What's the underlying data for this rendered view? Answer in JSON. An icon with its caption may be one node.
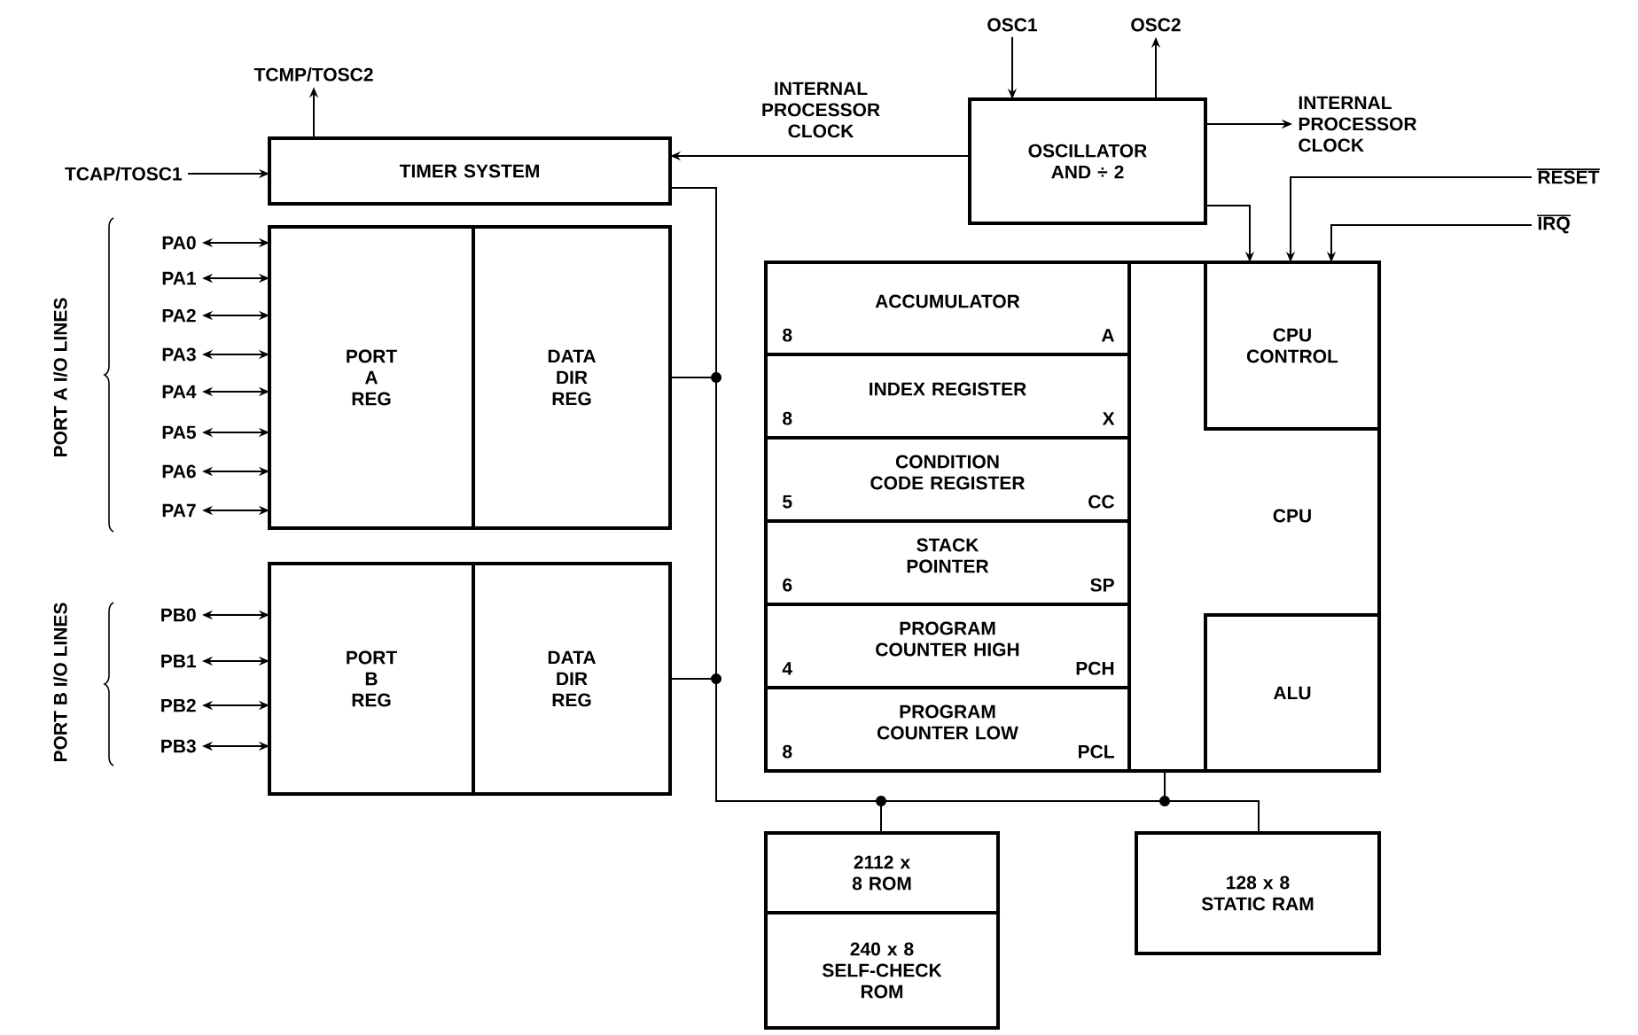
{
  "diagram": {
    "nodes": [
      {
        "text": [
          "TIMER SYSTEM"
        ]
      },
      {
        "text": [
          "PORT A REG"
        ]
      },
      {
        "text": [
          "DATA DIR REG"
        ]
      },
      {
        "text": [
          "PORT B REG"
        ]
      },
      {
        "text": [
          "DATA DIR REG"
        ]
      },
      {
        "text": [
          "OSCILLATOR AND ÷ 2"
        ]
      },
      {
        "text": [
          "CPU"
        ]
      },
      {
        "text": [
          "ACCUMULATOR",
          "8",
          "A"
        ],
        "in": 6
      },
      {
        "text": [
          "INDEX REGISTER",
          "8",
          "X"
        ],
        "in": 6
      },
      {
        "text": [
          "CONDITION CODE REGISTER",
          "5",
          "CC"
        ],
        "in": 6
      },
      {
        "text": [
          "STACK POINTER",
          "6",
          "SP"
        ],
        "in": 6
      },
      {
        "text": [
          "PROGRAM COUNTER HIGH",
          "4",
          "PCH"
        ],
        "in": 6
      },
      {
        "text": [
          "PROGRAM COUNTER LOW",
          "8",
          "PCL"
        ],
        "in": 6
      },
      {
        "text": [
          "CPU CONTROL"
        ],
        "in": 6
      },
      {
        "text": [
          "ALU"
        ],
        "in": 6
      },
      {
        "text": [
          "2112 x 8 ROM"
        ]
      },
      {
        "text": [
          "240 x 8 SELF-CHECK ROM"
        ]
      },
      {
        "text": [
          "128 x 8 STATIC RAM"
        ]
      },
      {
        "text": [
          "TCMP/TOSC2"
        ]
      },
      {
        "text": [
          "TCAP/TOSC1"
        ]
      },
      {
        "text": [
          "PA0"
        ]
      },
      {
        "text": [
          "PA1"
        ]
      },
      {
        "text": [
          "PA2"
        ]
      },
      {
        "text": [
          "PA3"
        ]
      },
      {
        "text": [
          "PA4"
        ]
      },
      {
        "text": [
          "PA5"
        ]
      },
      {
        "text": [
          "PA6"
        ]
      },
      {
        "text": [
          "PA7"
        ]
      },
      {
        "text": [
          "PB0"
        ]
      },
      {
        "text": [
          "PB1"
        ]
      },
      {
        "text": [
          "PB2"
        ]
      },
      {
        "text": [
          "PB3"
        ]
      },
      {
        "text": [
          "OSC1"
        ]
      },
      {
        "text": [
          "OSC2"
        ]
      },
      {
        "text": [
          "INTERNAL PROCESSOR CLOCK"
        ]
      },
      {
        "text": [
          "RESET"
        ]
      },
      {
        "text": [
          "IRQ"
        ]
      }
    ],
    "edges": [
      {
        "from": 19,
        "to": 0,
        "arrow": "to"
      },
      {
        "from": 0,
        "to": 18,
        "arrow": "to"
      },
      {
        "from": 20,
        "to": 1,
        "arrow": "both"
      },
      {
        "from": 21,
        "to": 1,
        "arrow": "both"
      },
      {
        "from": 22,
        "to": 1,
        "arrow": "both"
      },
      {
        "from": 23,
        "to": 1,
        "arrow": "both"
      },
      {
        "from": 24,
        "to": 1,
        "arrow": "both"
      },
      {
        "from": 25,
        "to": 1,
        "arrow": "both"
      },
      {
        "from": 26,
        "to": 1,
        "arrow": "both"
      },
      {
        "from": 27,
        "to": 1,
        "arrow": "both"
      },
      {
        "from": 28,
        "to": 3,
        "arrow": "both"
      },
      {
        "from": 29,
        "to": 3,
        "arrow": "both"
      },
      {
        "from": 30,
        "to": 3,
        "arrow": "both"
      },
      {
        "from": 31,
        "to": 3,
        "arrow": "both"
      },
      {
        "from": 32,
        "to": 5,
        "arrow": "to"
      },
      {
        "from": 5,
        "to": 33,
        "arrow": "to"
      },
      {
        "from": 5,
        "to": 34,
        "arrow": "to"
      },
      {
        "from": 5,
        "to": 0,
        "arrow": "to",
        "label": "INTERNAL PROCESSOR CLOCK"
      },
      {
        "from": 5,
        "to": 13,
        "arrow": "to"
      },
      {
        "from": 35,
        "to": 13,
        "arrow": "to"
      },
      {
        "from": 36,
        "to": 13,
        "arrow": "to"
      },
      {
        "from": 0,
        "to": 6,
        "arrow": "none"
      },
      {
        "from": 2,
        "to": 6,
        "arrow": "none"
      },
      {
        "from": 4,
        "to": 6,
        "arrow": "none"
      },
      {
        "from": 15,
        "to": 6,
        "arrow": "none"
      },
      {
        "from": 17,
        "to": 6,
        "arrow": "none"
      }
    ],
    "labels": [
      "PORT A I/O LINES",
      "PORT B I/O LINES"
    ]
  }
}
